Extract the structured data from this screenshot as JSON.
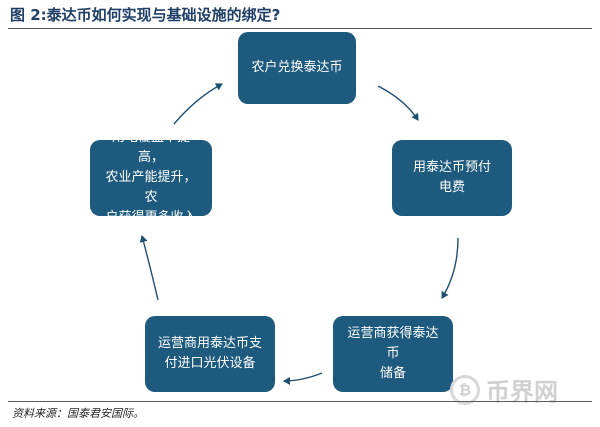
{
  "title": "图 2:泰达币如何实现与基础设施的绑定?",
  "nodes": {
    "n1": "农户兑换泰达币",
    "n2": "用泰达币预付\n电费",
    "n3": "运营商获得泰达币\n储备",
    "n4": "运营商用泰达币支\n付进口光伏设备",
    "n5": "用电覆盖率提高，\n农业产能提升，农\n户获得更多收入"
  },
  "source": "资料来源：国泰君安国际。",
  "watermark": {
    "text": "币界网",
    "logo_icon": "bitcoin-coin-icon",
    "logo_glyph": "₿"
  },
  "colors": {
    "node_fill": "#1d5a7e",
    "arrow": "#1d4f6e",
    "title": "#1f3f66"
  }
}
